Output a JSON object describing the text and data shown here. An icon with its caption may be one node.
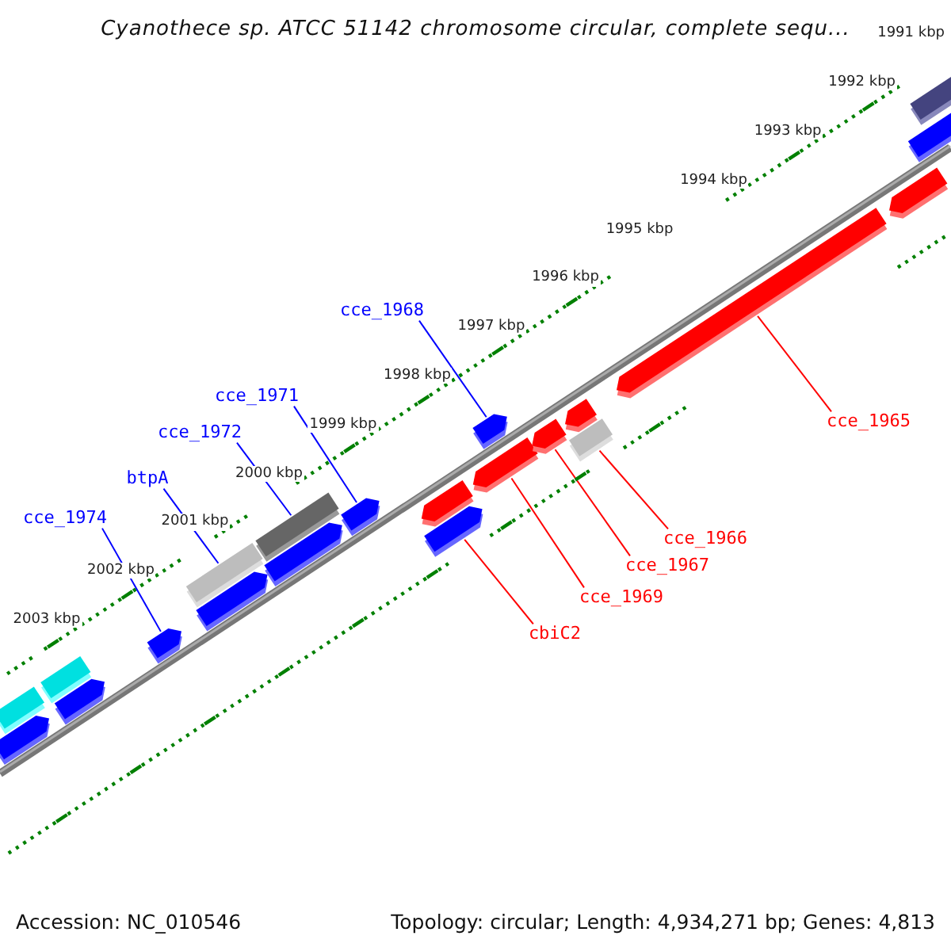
{
  "diagram": {
    "title": "Cyanothece sp. ATCC 51142 chromosome circular, complete sequ...",
    "nodes": [
      {
        "text": [
          "cce_1968"
        ]
      },
      {
        "text": [
          "cce_1971"
        ]
      },
      {
        "text": [
          "cce_1965"
        ]
      },
      {
        "text": [
          "cce_1972"
        ]
      },
      {
        "text": [
          "btpA"
        ]
      },
      {
        "text": [
          "cce_1974"
        ]
      },
      {
        "text": [
          "cce_1966"
        ]
      },
      {
        "text": [
          "cce_1967"
        ]
      },
      {
        "text": [
          "cce_1969"
        ]
      },
      {
        "text": [
          "cbiC2"
        ]
      },
      {
        "text": [],
        "shape": "bar"
      },
      {
        "text": [],
        "shape": "bar"
      },
      {
        "text": [],
        "shape": "bar"
      },
      {
        "text": [],
        "shape": "bar"
      },
      {
        "text": [],
        "shape": "bar"
      },
      {
        "text": [],
        "shape": "bar"
      },
      {
        "text": [],
        "shape": "bar"
      },
      {
        "text": [],
        "shape": "bar"
      },
      {
        "text": [],
        "shape": "bar"
      },
      {
        "text": [],
        "shape": "bar"
      },
      {
        "text": [],
        "shape": "bar"
      },
      {
        "text": [],
        "shape": "bar"
      },
      {
        "text": [],
        "shape": "bar"
      },
      {
        "text": [],
        "shape": "bar"
      },
      {
        "text": [],
        "shape": "bar"
      },
      {
        "text": [],
        "shape": "bar"
      },
      {
        "text": [],
        "shape": "bar"
      },
      {
        "text": [],
        "shape": "bar"
      },
      {
        "text": [],
        "shape": "bar"
      },
      {
        "text": [],
        "shape": "bar"
      },
      {
        "text": [],
        "shape": "bar"
      }
    ],
    "edges": [
      {
        "from": 0,
        "to": 22,
        "arrow": "none"
      },
      {
        "from": 1,
        "to": 19,
        "arrow": "none"
      },
      {
        "from": 2,
        "to": 27,
        "arrow": "none",
        "color": "#ff0000"
      },
      {
        "from": 3,
        "to": 17,
        "arrow": "none"
      },
      {
        "from": 4,
        "to": 15,
        "arrow": "none"
      },
      {
        "from": 5,
        "to": 14,
        "arrow": "none"
      },
      {
        "from": 6,
        "to": 26,
        "arrow": "none",
        "color": "#ff0000"
      },
      {
        "from": 7,
        "to": 24,
        "arrow": "none",
        "color": "#ff0000"
      },
      {
        "from": 8,
        "to": 23,
        "arrow": "none",
        "color": "#ff0000"
      },
      {
        "from": 9,
        "to": 21,
        "arrow": "none",
        "color": "#ff0000"
      }
    ],
    "labels": [
      "1991 kbp",
      "1992 kbp",
      "1993 kbp",
      "1994 kbp",
      "1995 kbp",
      "1996 kbp",
      "1997 kbp",
      "1998 kbp",
      "1999 kbp",
      "2000 kbp",
      "2001 kbp",
      "2002 kbp",
      "2003 kbp",
      "Accession: NC_010546",
      "Topology: circular; Length: 4,934,271 bp; Genes: 4,813"
    ]
  }
}
